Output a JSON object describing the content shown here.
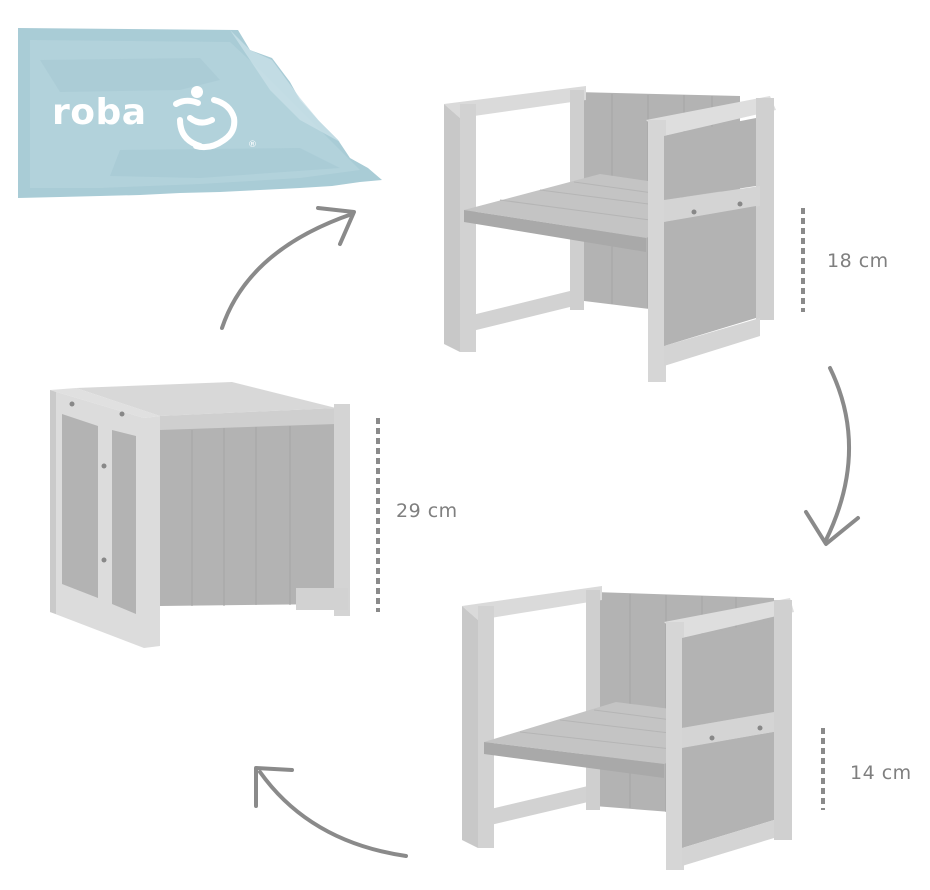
{
  "brand": {
    "name": "roba",
    "registered_mark": "®",
    "colors": {
      "paper": "#a9ccd6",
      "paper_light": "#c8e0e7",
      "logo_text": "#ffffff"
    }
  },
  "furniture": {
    "color": "#b3b3b3",
    "frame_color": "#d2d2d2",
    "shadow_color": "#9a9a9a"
  },
  "dimensions": {
    "top_right": "18 cm",
    "left": "29 cm",
    "bottom_right": "14 cm"
  },
  "arrows": {
    "color": "#8a8a8a",
    "icons": [
      "curved-arrow-up-right-icon",
      "curved-arrow-down-icon",
      "curved-arrow-left-icon"
    ]
  }
}
